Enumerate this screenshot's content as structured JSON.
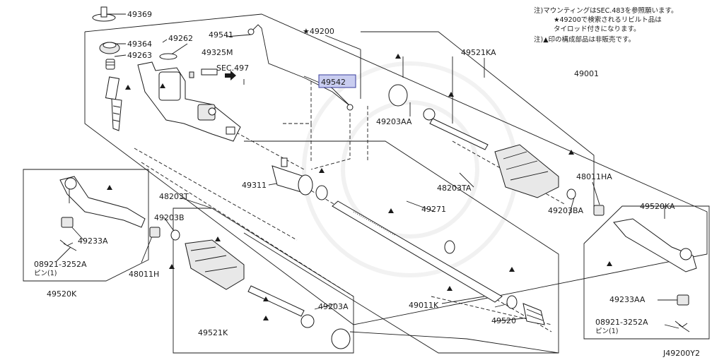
{
  "notes": {
    "line1": "注)マウンティングはSEC.483を参照願います。",
    "line2": "★49200で検索されるリビルト品は",
    "line3": "タイロッド付きになります。",
    "line4": "注)▲印の構成部品は非販売です。"
  },
  "labels": {
    "p49369": "49369",
    "p49364": "49364",
    "p49263": "49263",
    "p49262": "49262",
    "p49541": "49541",
    "p49200": "★49200",
    "p49325M": "49325M",
    "sec497": "SEC.497",
    "p49542": "49542",
    "p49521KA": "49521KA",
    "p49001": "49001",
    "p49203AA": "49203AA",
    "p48203TA": "48203TA",
    "p48011HA": "48011HA",
    "p49203BA": "49203BA",
    "p49520KA": "49520KA",
    "p49233AA": "49233AA",
    "p08921R": "08921-3252A",
    "pinR": "ピン(1)",
    "p49311": "49311",
    "p49271": "49271",
    "p49011K": "49011K",
    "p49520": "49520",
    "p49203A": "49203A",
    "p49521K": "49521K",
    "p48203T": "48203T",
    "p49203B": "49203B",
    "p48011H": "48011H",
    "p49233A": "49233A",
    "p08921L": "08921-3252A",
    "pinL": "ピン(1)",
    "p49520K": "49520K",
    "diagramCode": "J49200Y2"
  },
  "colors": {
    "highlight": "#c9cdf0",
    "highlightStroke": "#3a3f9e",
    "ink": "#1a1a1a"
  }
}
